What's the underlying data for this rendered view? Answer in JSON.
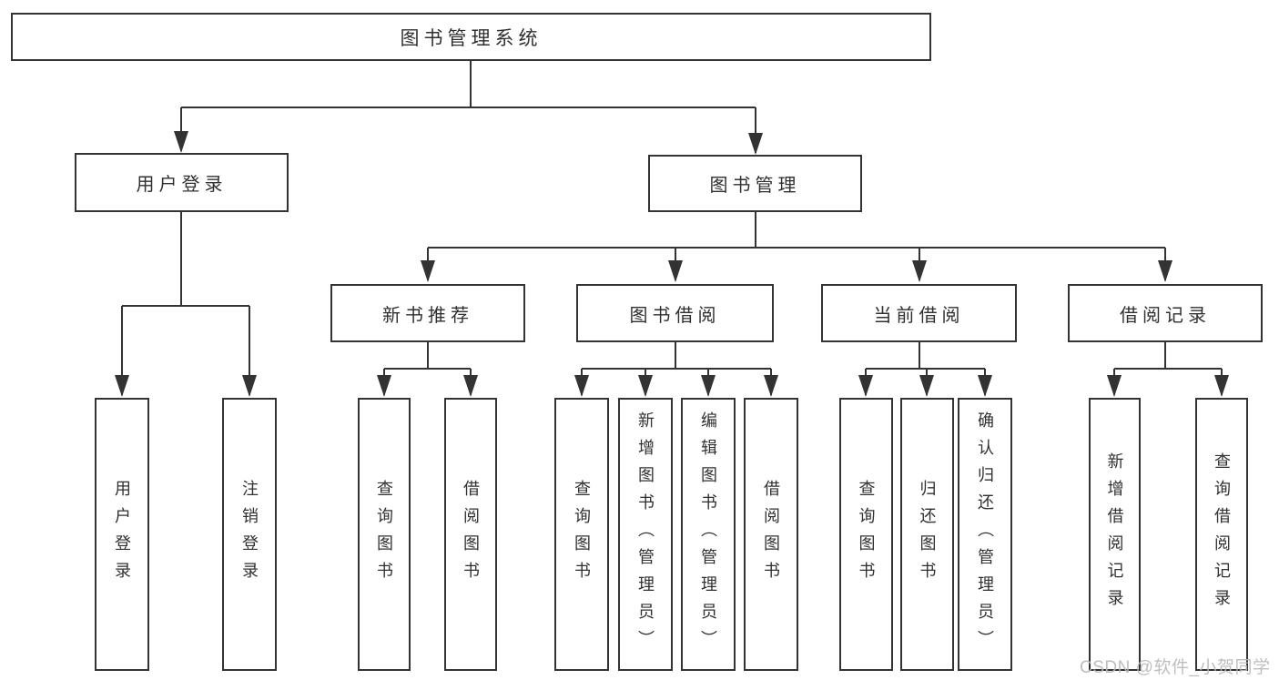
{
  "tree": {
    "root": "图书管理系统",
    "children": [
      {
        "label": "用户登录",
        "children": [
          "用户登录",
          "注销登录"
        ]
      },
      {
        "label": "图书管理",
        "children": [
          {
            "label": "新书推荐",
            "children": [
              "查询图书",
              "借阅图书"
            ]
          },
          {
            "label": "图书借阅",
            "children": [
              "查询图书",
              "新增图书（管理员）",
              "编辑图书（管理员）",
              "借阅图书"
            ]
          },
          {
            "label": "当前借阅",
            "children": [
              "查询图书",
              "归还图书",
              "确认归还（管理员）"
            ]
          },
          {
            "label": "借阅记录",
            "children": [
              "新增借阅记录",
              "查询借阅记录"
            ]
          }
        ]
      }
    ]
  },
  "watermark": {
    "text": "CSDN @软件_小贺同学"
  },
  "colors": {
    "line": "#333333",
    "text": "#303030",
    "background": "#ffffff",
    "watermark": "#b9b9b9"
  }
}
